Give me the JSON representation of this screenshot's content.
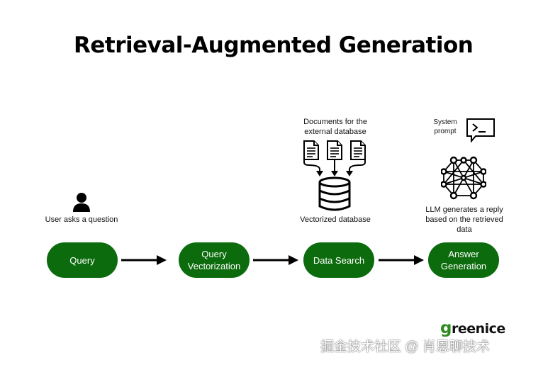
{
  "title": "Retrieval-Augmented Generation",
  "steps": {
    "query": {
      "label": "Query",
      "caption": "User asks a question"
    },
    "vectorization": {
      "line1": "Query",
      "line2": "Vectorization"
    },
    "data_search": {
      "label": "Data Search",
      "caption": "Vectorized database",
      "docs_caption_line1": "Documents for the",
      "docs_caption_line2": "external database"
    },
    "answer": {
      "line1": "Answer",
      "line2": "Generation",
      "caption_line1": "LLM generates a reply",
      "caption_line2": "based on the retrieved",
      "caption_line3": "data",
      "system_line1": "System",
      "system_line2": "prompt"
    }
  },
  "colors": {
    "pill": "#0c6b0c",
    "logo_accent": "#2e8b1f"
  },
  "icons": [
    "user-icon",
    "document-icon",
    "database-icon",
    "terminal-icon",
    "neural-network-icon",
    "arrow-right-icon"
  ],
  "logo": {
    "first": "g",
    "rest": "reenice"
  },
  "watermark": "掘金技术社区 @ 肖恩聊技术"
}
